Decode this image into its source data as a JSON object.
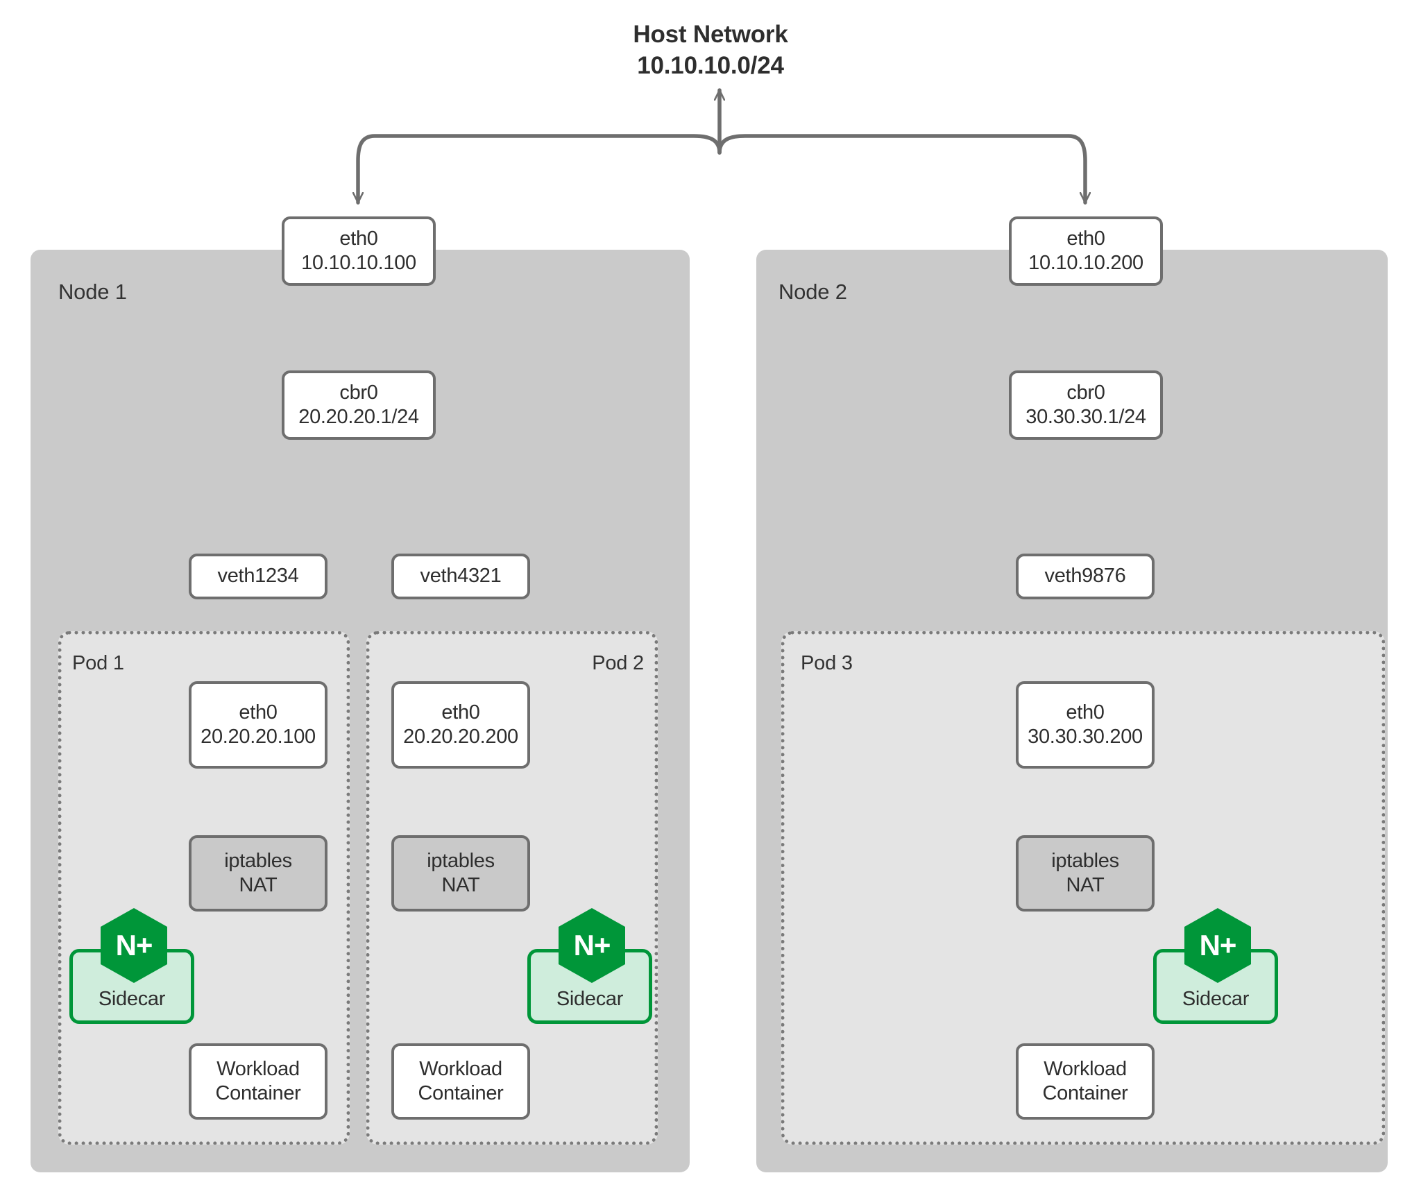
{
  "diagram": {
    "title_line1": "Host Network",
    "title_line2": "10.10.10.0/24",
    "accent_green": "#009639",
    "sidecar_fill": "#cfeddc",
    "node_fill": "#cacaca",
    "pod_fill": "#e4e4e4",
    "wire_color": "#6e6e6e"
  },
  "nodes": [
    {
      "label": "Node 1",
      "eth0": {
        "name": "eth0",
        "ip": "10.10.10.100"
      },
      "bridge": {
        "name": "cbr0",
        "ip": "20.20.20.1/24"
      },
      "veths": [
        {
          "name": "veth1234"
        },
        {
          "name": "veth4321"
        }
      ],
      "pods": [
        {
          "label": "Pod 1",
          "eth0": {
            "name": "eth0",
            "ip": "20.20.20.100"
          },
          "nat": {
            "line1": "iptables",
            "line2": "NAT"
          },
          "sidecar": {
            "label": "Sidecar",
            "badge": "N+"
          },
          "workload": {
            "line1": "Workload",
            "line2": "Container"
          },
          "sidecar_side": "left"
        },
        {
          "label": "Pod 2",
          "eth0": {
            "name": "eth0",
            "ip": "20.20.20.200"
          },
          "nat": {
            "line1": "iptables",
            "line2": "NAT"
          },
          "sidecar": {
            "label": "Sidecar",
            "badge": "N+"
          },
          "workload": {
            "line1": "Workload",
            "line2": "Container"
          },
          "sidecar_side": "right"
        }
      ]
    },
    {
      "label": "Node 2",
      "eth0": {
        "name": "eth0",
        "ip": "10.10.10.200"
      },
      "bridge": {
        "name": "cbr0",
        "ip": "30.30.30.1/24"
      },
      "veths": [
        {
          "name": "veth9876"
        }
      ],
      "pods": [
        {
          "label": "Pod 3",
          "eth0": {
            "name": "eth0",
            "ip": "30.30.30.200"
          },
          "nat": {
            "line1": "iptables",
            "line2": "NAT"
          },
          "sidecar": {
            "label": "Sidecar",
            "badge": "N+"
          },
          "workload": {
            "line1": "Workload",
            "line2": "Container"
          },
          "sidecar_side": "right"
        }
      ]
    }
  ]
}
